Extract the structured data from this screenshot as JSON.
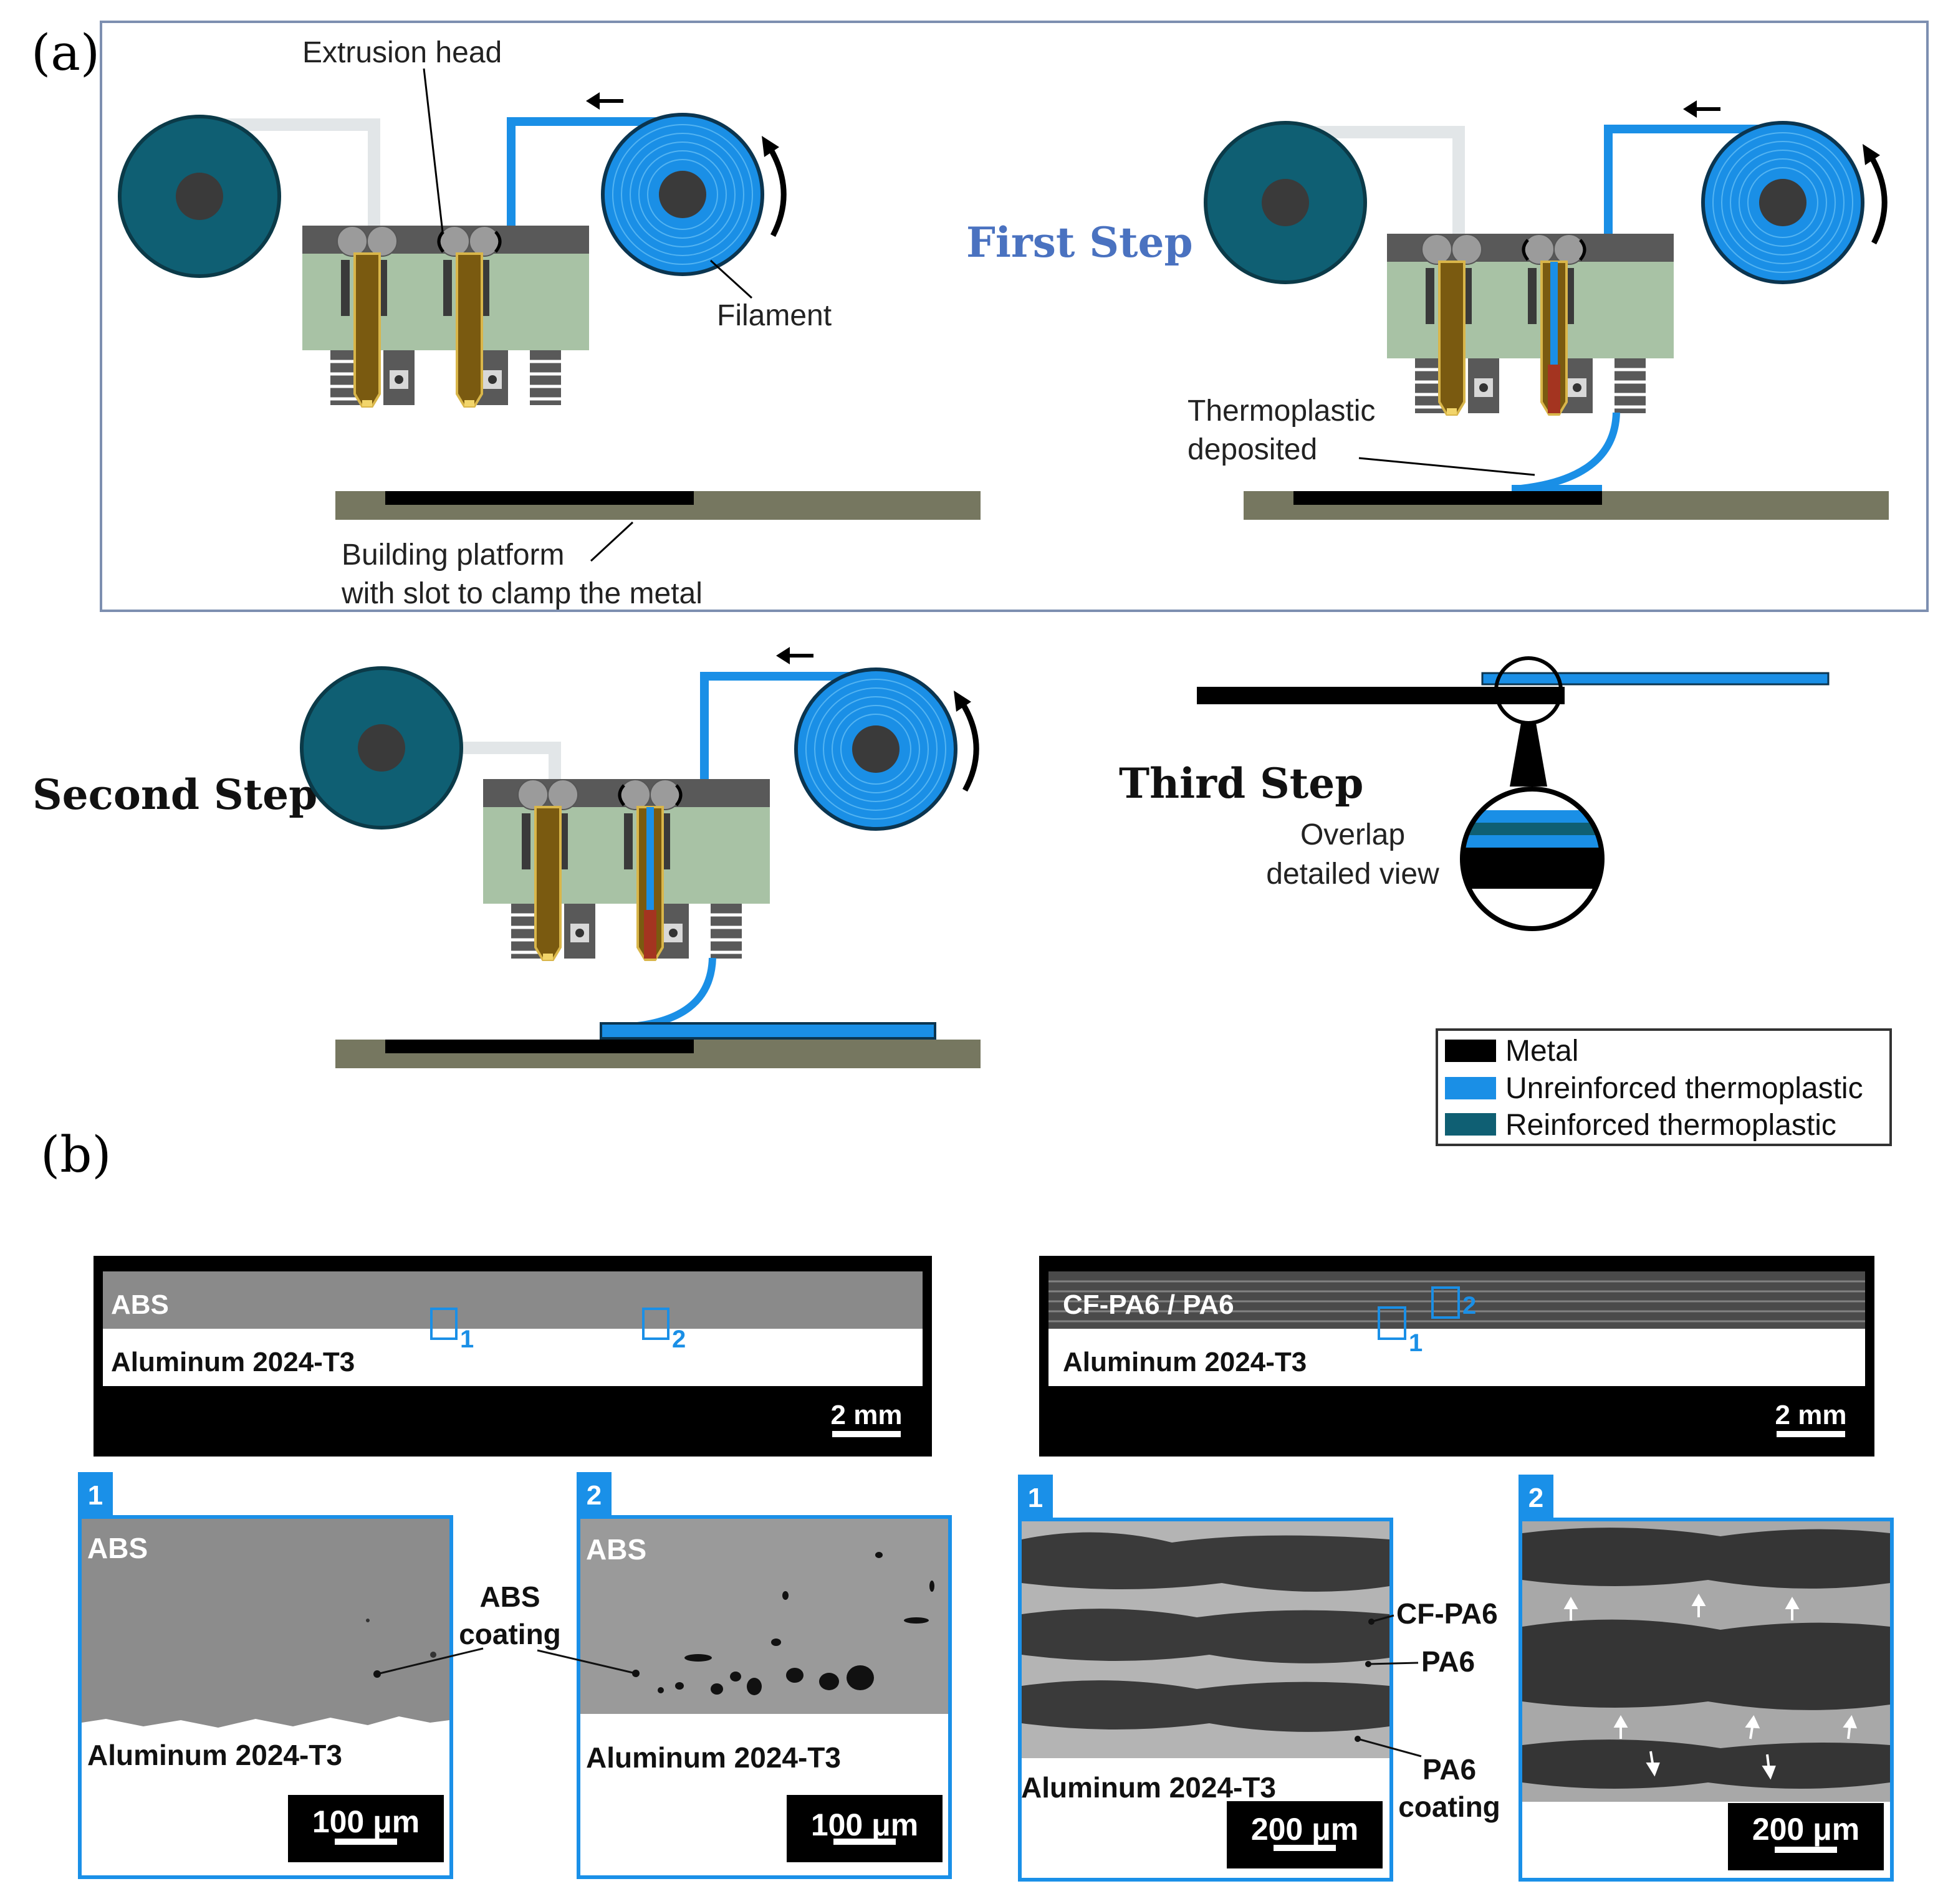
{
  "panel_a": {
    "tag": "(a)",
    "labels": {
      "extrusion_head": "Extrusion head",
      "filament": "Filament",
      "first_step": "First Step",
      "thermoplastic_line1": "Thermoplastic",
      "thermoplastic_line2": "deposited",
      "platform_line1": "Building platform",
      "platform_line2": "with slot to clamp the metal",
      "second_step": "Second Step",
      "third_step": "Third Step",
      "overlap_line1": "Overlap",
      "overlap_line2": "detailed view"
    },
    "legend": [
      {
        "label": "Metal",
        "color": "#000000"
      },
      {
        "label": "Unreinforced thermoplastic",
        "color": "#1a8fe6"
      },
      {
        "label": "Reinforced thermoplastic",
        "color": "#0f5f73"
      }
    ]
  },
  "panel_b": {
    "tag": "(b)",
    "left_overview": {
      "top": "ABS",
      "bottom": "Aluminum 2024-T3",
      "scale": "2 mm",
      "marker1": "1",
      "marker2": "2"
    },
    "right_overview": {
      "top": "CF-PA6 / PA6",
      "bottom": "Aluminum 2024-T3",
      "scale": "2 mm",
      "marker1": "1",
      "marker2": "2"
    },
    "abs_detail_1": {
      "num": "1",
      "top": "ABS",
      "bottom": "Aluminum 2024-T3",
      "scale": "100 μm"
    },
    "abs_detail_2": {
      "num": "2",
      "top": "ABS",
      "bottom": "Aluminum 2024-T3",
      "scale": "100 μm"
    },
    "abs_coating_line1": "ABS",
    "abs_coating_line2": "coating",
    "pa_detail_1": {
      "num": "1",
      "bottom": "Aluminum 2024-T3",
      "scale": "200 μm"
    },
    "pa_detail_2": {
      "num": "2",
      "scale": "200 μm"
    },
    "pa_labels": {
      "cfpa6": "CF-PA6",
      "pa6": "PA6",
      "coat1": "PA6",
      "coat2": "coating"
    }
  },
  "colors": {
    "blue": "#1a8fe6",
    "dark_teal": "#0f5f73",
    "head_green": "#a8c2a5",
    "head_dark": "#595959",
    "platform": "#767760",
    "frame_blue": "#1a90e8"
  }
}
